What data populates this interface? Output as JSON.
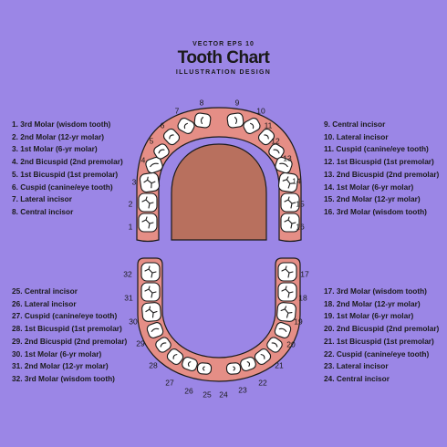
{
  "header": {
    "subtitle_top": "VECTOR EPS 10",
    "title": "Tooth Chart",
    "subtitle_bottom": "ILLUSTRATION DESIGN"
  },
  "colors": {
    "background": "#9b86e6",
    "gum": "#e58e86",
    "gum_inner": "#f3a8a0",
    "palate": "#b8705e",
    "tooth": "#ffffff",
    "outline": "#1a1a1a"
  },
  "upper_right_list": [
    "1. 3rd Molar (wisdom tooth)",
    "2. 2nd Molar (12-yr molar)",
    "3. 1st Molar (6-yr molar)",
    "4. 2nd Bicuspid (2nd premolar)",
    "5. 1st Bicuspid (1st premolar)",
    "6. Cuspid (canine/eye tooth)",
    "7. Lateral incisor",
    "8. Central incisor"
  ],
  "upper_left_list": [
    "9. Central incisor",
    "10. Lateral incisor",
    "11. Cuspid (canine/eye tooth)",
    "12. 1st Bicuspid (1st premolar)",
    "13. 2nd Bicuspid (2nd premolar)",
    "14. 1st Molar (6-yr molar)",
    "15. 2nd Molar (12-yr molar)",
    "16. 3rd Molar (wisdom tooth)"
  ],
  "lower_right_list": [
    "25. Central incisor",
    "26. Lateral incisor",
    "27. Cuspid (canine/eye tooth)",
    "28. 1st Bicuspid (1st premolar)",
    "29. 2nd Bicuspid (2nd premolar)",
    "30. 1st Molar (6-yr molar)",
    "31. 2nd Molar (12-yr molar)",
    "32. 3rd Molar (wisdom tooth)"
  ],
  "lower_left_list": [
    "17. 3rd Molar (wisdom tooth)",
    "18. 2nd Molar (12-yr molar)",
    "19. 1st Molar (6-yr molar)",
    "20. 2nd Bicuspid (2nd premolar)",
    "21. 1st Bicuspid (1st premolar)",
    "22. Cuspid (canine/eye tooth)",
    "23. Lateral incisor",
    "24. Central incisor"
  ],
  "upper_numbers": [
    "1",
    "2",
    "3",
    "4",
    "5",
    "6",
    "7",
    "8",
    "9",
    "10",
    "11",
    "12",
    "13",
    "14",
    "15",
    "16"
  ],
  "lower_numbers": [
    "17",
    "18",
    "19",
    "20",
    "21",
    "22",
    "23",
    "24",
    "25",
    "26",
    "27",
    "28",
    "29",
    "30",
    "31",
    "32"
  ]
}
